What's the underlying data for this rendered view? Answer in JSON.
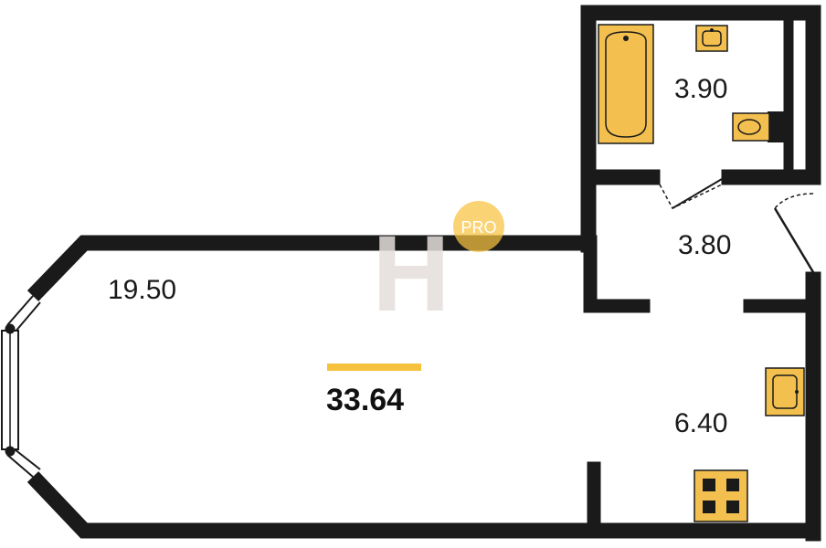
{
  "floor_plan": {
    "rooms": [
      {
        "id": "living",
        "area": "19.50"
      },
      {
        "id": "bathroom",
        "area": "3.90"
      },
      {
        "id": "hall",
        "area": "3.80"
      },
      {
        "id": "kitchen",
        "area": "6.40"
      }
    ],
    "total_area": "33.64",
    "watermark": {
      "logo_letter": "H",
      "badge_text": "PRO"
    },
    "fixtures": [
      "bathtub-icon",
      "sink-icon",
      "toilet-icon",
      "kitchen-sink-icon",
      "stove-icon",
      "window-icon",
      "door-icon"
    ]
  },
  "colors": {
    "wall": "#1a1a1a",
    "fixture_fill": "#f3c04f",
    "fixture_stroke": "#1a1a1a",
    "accent_bar": "#f6c23e",
    "pro_badge": "#f8c340",
    "watermark": "#e5dfdb",
    "background": "#ffffff"
  }
}
